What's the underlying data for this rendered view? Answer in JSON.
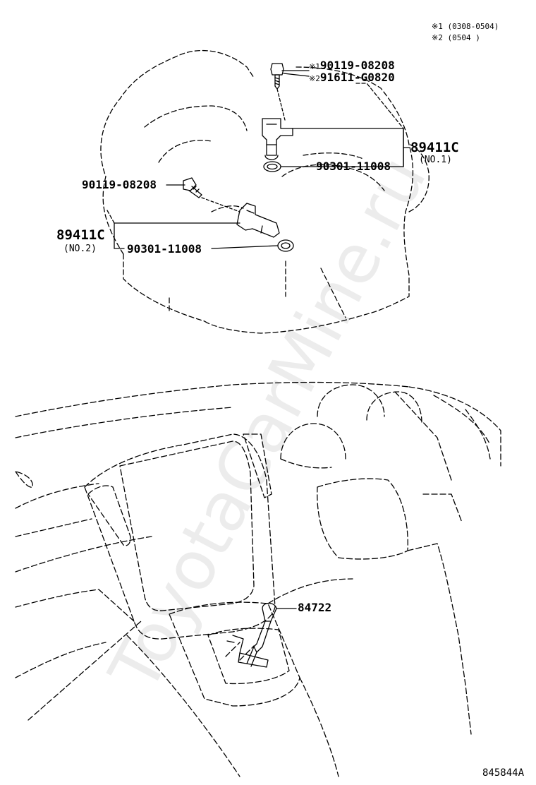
{
  "legend": {
    "note1": "※1 (0308-0504)",
    "note2": "※2 (0504      )"
  },
  "callouts": {
    "bolt_upper_1": {
      "mark": "※1",
      "part": "90119-08208"
    },
    "bolt_upper_2": {
      "mark": "※2",
      "part": "91611-G0820"
    },
    "sensor_no1": {
      "part": "89411C",
      "sub": "(NO.1)"
    },
    "oring_no1": {
      "part": "90301-11008"
    },
    "bolt_lower": {
      "part": "90119-08208"
    },
    "sensor_no2": {
      "part": "89411C",
      "sub": "(NO.2)"
    },
    "oring_no2": {
      "part": "90301-11008"
    },
    "shift_knob": {
      "part": "84722"
    }
  },
  "diagram_code": "845844A",
  "watermark": "ToyotaCarMine.ru",
  "colors": {
    "ink": "#000000",
    "background": "#ffffff"
  }
}
